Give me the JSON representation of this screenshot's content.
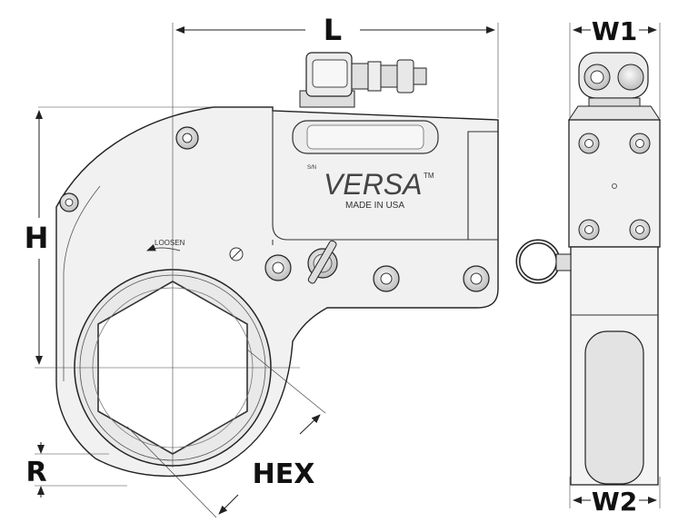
{
  "dimensions": {
    "length": "L",
    "width_top": "W1",
    "width_bottom": "W2",
    "height": "H",
    "radius": "R",
    "hex": "HEX"
  },
  "tool_markings": {
    "brand": "VERSA",
    "trademark": "TM",
    "origin": "MADE IN USA",
    "serial_label": "S/N",
    "loosen_label": "LOOSEN"
  },
  "colors": {
    "body_fill": "#f2f2f2",
    "line": "#222222",
    "dim_text": "#111111"
  }
}
